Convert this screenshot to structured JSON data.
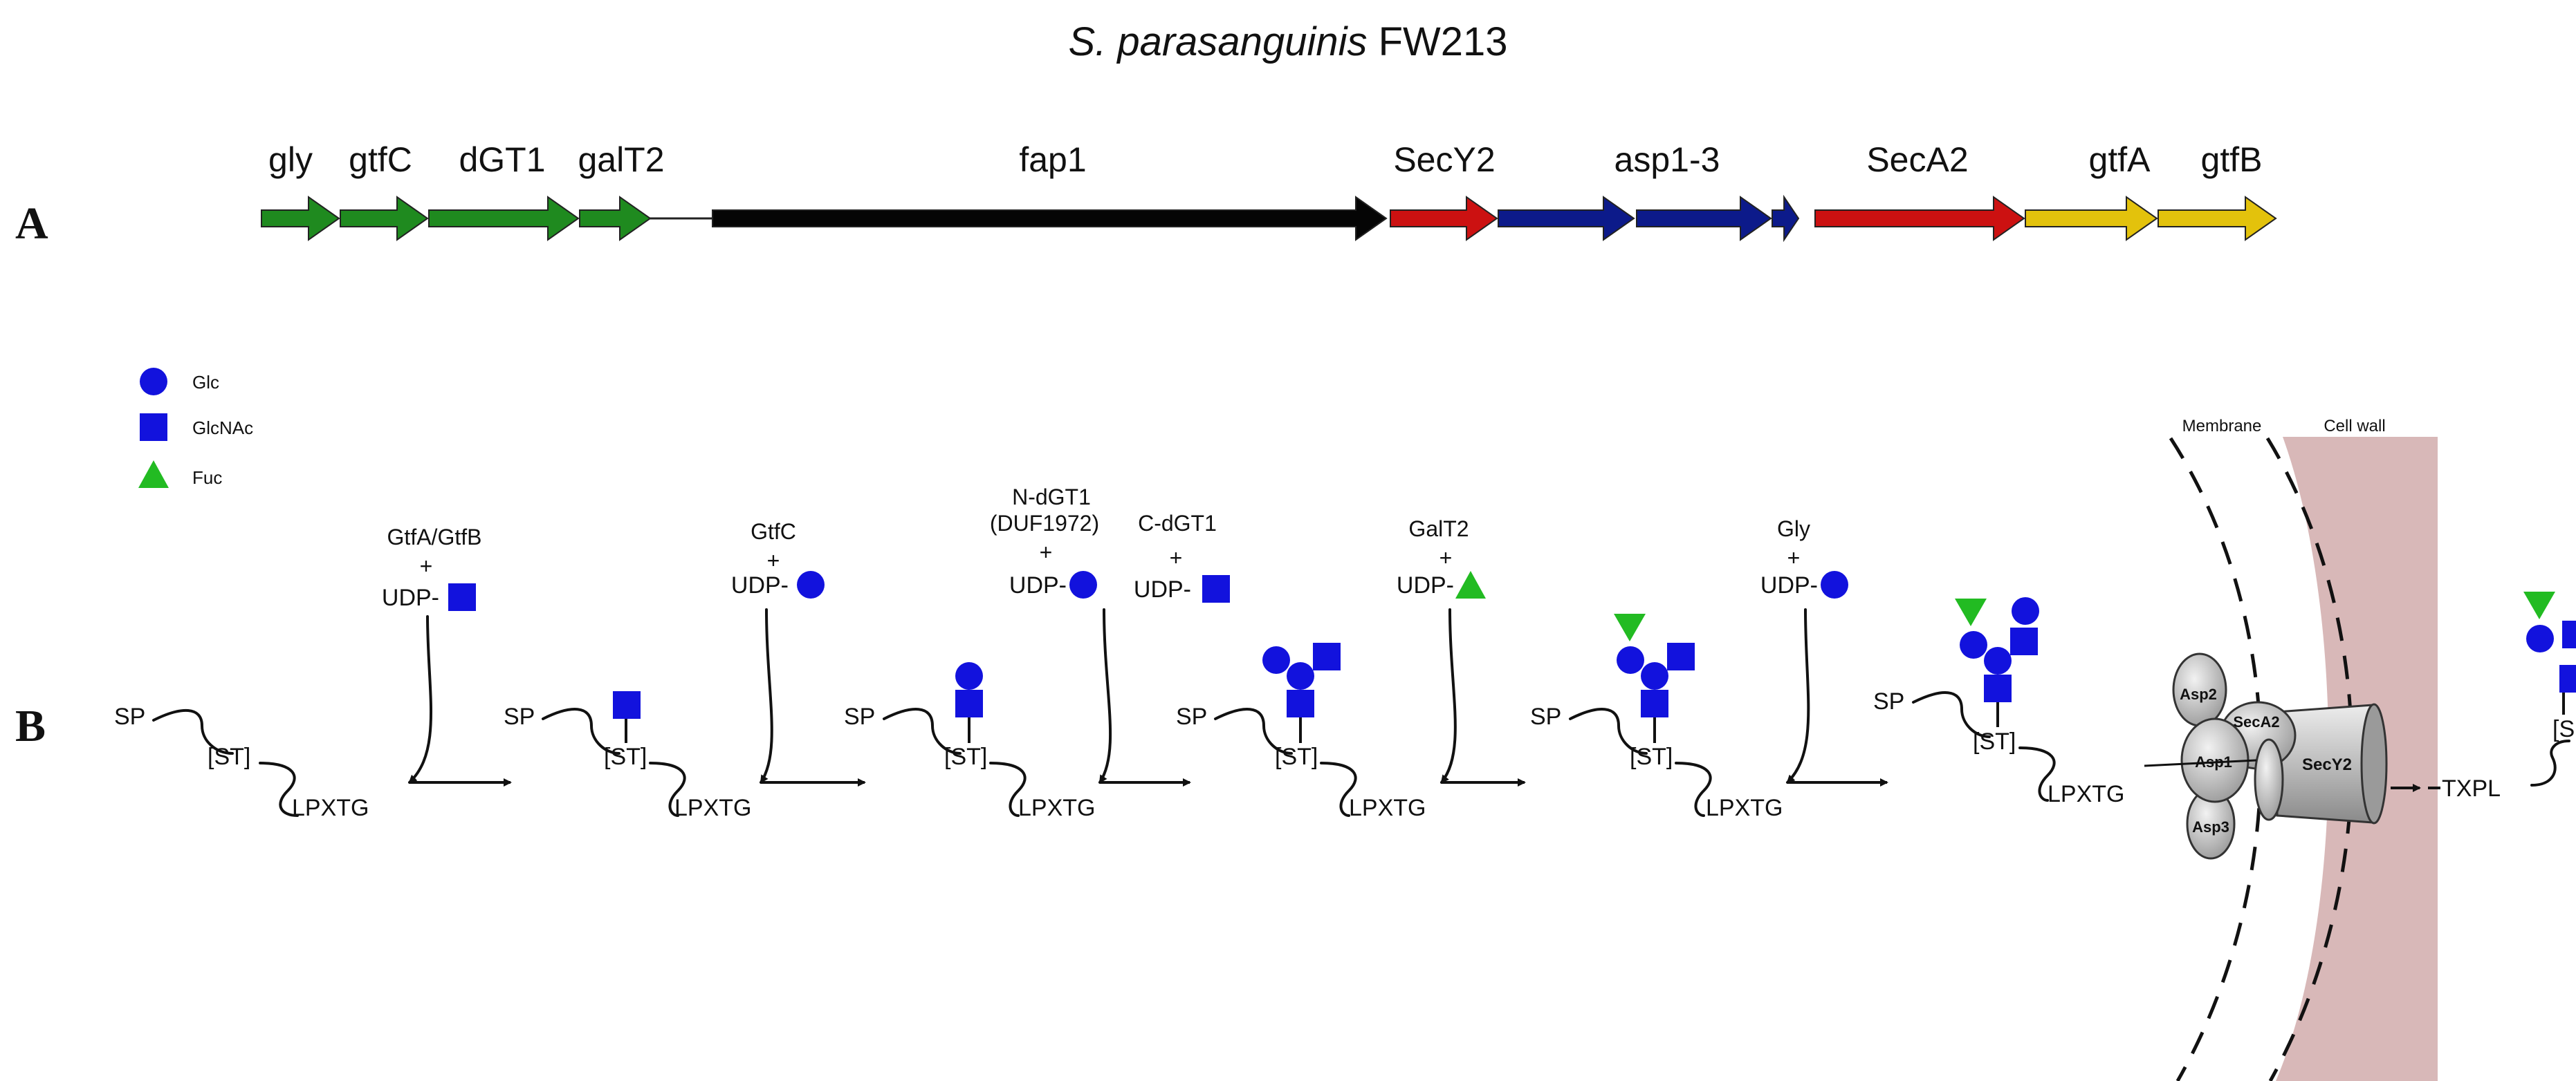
{
  "title": {
    "italic": "S. parasanguinis",
    "rest": " FW213"
  },
  "panel_labels": {
    "a": "A",
    "b": "B"
  },
  "genes": [
    {
      "label": "gly",
      "color": "#1f8a1f"
    },
    {
      "label": "gtfC",
      "color": "#1f8a1f"
    },
    {
      "label": "dGT1",
      "color": "#1f8a1f"
    },
    {
      "label": "galT2",
      "color": "#1f8a1f"
    },
    {
      "label": "fap1",
      "color": "#050505"
    },
    {
      "label": "SecY2",
      "color": "#cc1111"
    },
    {
      "label": "asp1-3",
      "color": "#0c1a8a"
    },
    {
      "label": "SecA2",
      "color": "#cc1111"
    },
    {
      "label": "gtfA",
      "color": "#e3c20c"
    },
    {
      "label": "gtfB",
      "color": "#e3c20c"
    }
  ],
  "legend": [
    {
      "shape": "circle",
      "label": "Glc",
      "color": "#1212dd"
    },
    {
      "shape": "square",
      "label": "GlcNAc",
      "color": "#1212dd"
    },
    {
      "shape": "triangle",
      "label": "Fuc",
      "color": "#22bb22"
    }
  ],
  "substrate": {
    "sp": "SP",
    "st": "[ST]",
    "lpxtg": "LPXTG",
    "txpl": "TXPL",
    "st_partial": "[S"
  },
  "enzymes": {
    "step1": {
      "name": "GtfA/GtfB",
      "plus": "+",
      "udp": "UDP-"
    },
    "step2": {
      "name": "GtfC",
      "plus": "+",
      "udp": "UDP-"
    },
    "step3a": {
      "name1": "N-dGT1",
      "name2": "(DUF1972)",
      "plus": "+",
      "udp": "UDP-"
    },
    "step3b": {
      "name": "C-dGT1",
      "plus": "+",
      "udp": "UDP-"
    },
    "step4": {
      "name": "GalT2",
      "plus": "+",
      "udp": "UDP-"
    },
    "step5": {
      "name": "Gly",
      "plus": "+",
      "udp": "UDP-"
    }
  },
  "membrane": {
    "membrane_label": "Membrane",
    "cellwall_label": "Cell wall",
    "asp2": "Asp2",
    "asp1": "Asp1",
    "asp3": "Asp3",
    "seca2": "SecA2",
    "secy2": "SecY2"
  },
  "colors": {
    "blue": "#1212dd",
    "green": "#22bb22",
    "cellwall": "#d8b8b8",
    "machinery": "#c8c8c8"
  }
}
